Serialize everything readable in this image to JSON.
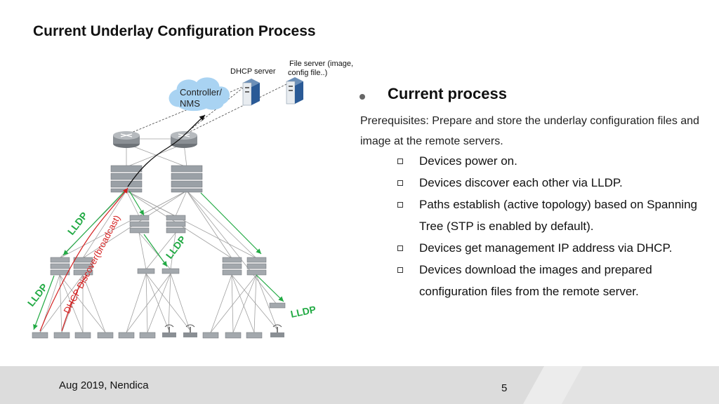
{
  "slide": {
    "title": "Current Underlay Configuration Process"
  },
  "diagram": {
    "dhcp_server_label": "DHCP server",
    "file_server_label_line1": "File server (image,",
    "file_server_label_line2": "config file..)",
    "cloud_label_line1": "Controller/",
    "cloud_label_line2": "NMS",
    "lldp_label": "LLDP",
    "dhcp_discover_label": "DHCP Discover(broadcast)",
    "colors": {
      "lldp": "#22aa44",
      "dhcp": "#d42020",
      "cloud": "#a9d3f2",
      "links": "#9a9a9a"
    }
  },
  "content": {
    "heading": "Current process",
    "prerequisites": "Prerequisites: Prepare and store the underlay configuration files and image at the remote servers.",
    "steps": [
      "Devices power on.",
      "Devices discover each other via LLDP.",
      "Paths establish (active topology) based on Spanning Tree  (STP is enabled by default).",
      "Devices get management IP address via DHCP.",
      "Devices download the images and prepared configuration files from the remote server."
    ]
  },
  "footer": {
    "left_text": "Aug 2019, Nendica",
    "page_number": "5"
  }
}
